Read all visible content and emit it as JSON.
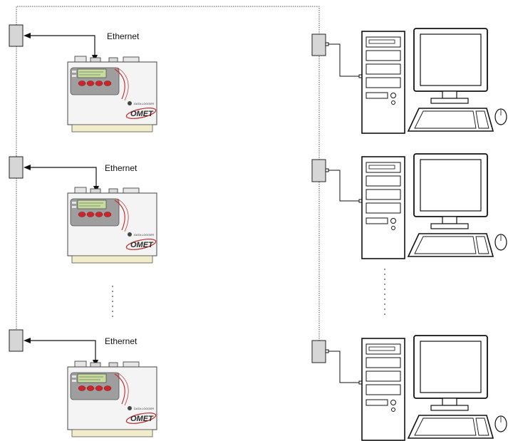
{
  "diagram": {
    "connection_label": "Ethernet",
    "brand_text": "COMET",
    "device_subtitle": "DATA LOGGER",
    "colors": {
      "line": "#111111",
      "dotted_line": "#555555",
      "device_body": "#f4f4f4",
      "device_base": "#f1ecca",
      "display_panel": "#9e9e9e",
      "lcd": "#c8dca0",
      "buttons": "#c9252b",
      "brand_red": "#c0262c",
      "switch_box": "#d6d6d6"
    }
  },
  "labels": {
    "ethernet_1": "Ethernet",
    "ethernet_2": "Ethernet",
    "ethernet_3": "Ethernet"
  }
}
